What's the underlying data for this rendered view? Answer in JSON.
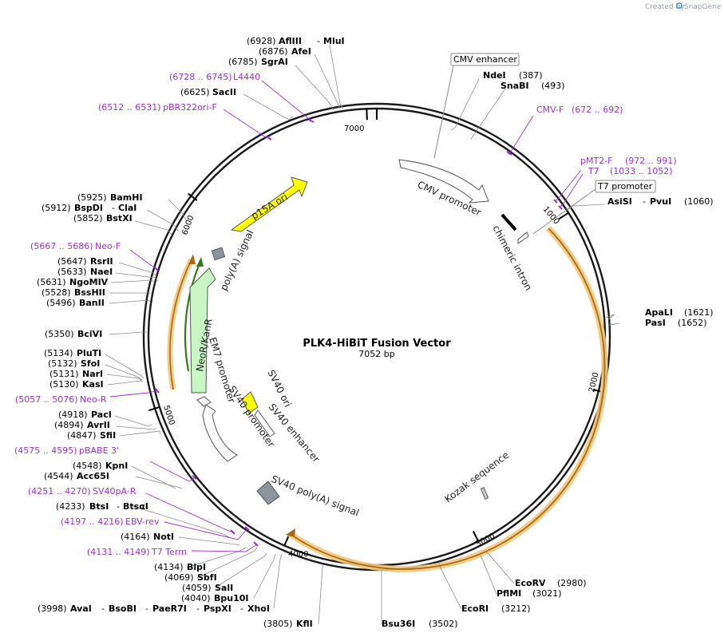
{
  "header": {
    "created_by": "Created by",
    "brand": "SnapGene"
  },
  "map": {
    "title": "PLK4-HiBiT Fusion Vector",
    "length_label": "7052 bp",
    "total_bp": 7052,
    "tick_labels": [
      "1000",
      "2000",
      "3000",
      "4000",
      "5000",
      "6000",
      "7000"
    ]
  },
  "features": {
    "p15a_ori": "p15A ori",
    "polya_signal": "poly(A) signal",
    "neor_kanr": "NeoR/KanR",
    "em7_promoter": "EM7 promoter",
    "sv40_promoter": "SV40 promoter",
    "sv40_ori": "SV40 ori",
    "sv40_enhancer": "SV40 enhancer",
    "sv40_polya": "SV40 poly(A) signal",
    "cmv_promoter": "CMV promoter",
    "chimeric_intron": "chimeric intron",
    "kozak": "Kozak sequence",
    "cmv_enhancer": "CMV enhancer",
    "t7_promoter": "T7 promoter"
  },
  "sites": {
    "aflIII": "(6928)",
    "aflIII_name": "AflIII",
    "mluI_name": "MluI",
    "afeI": "(6876)",
    "afeI_name": "AfeI",
    "sgrAI": "(6785)",
    "sgrAI_name": "SgrAI",
    "l4440": "(6728 .. 6745)",
    "l4440_name": "L4440",
    "sacII": "(6625)",
    "sacII_name": "SacII",
    "pbr322": "(6512 .. 6531)",
    "pbr322_name": "pBR322ori-F",
    "ndeI_name": "NdeI",
    "ndeI": "(387)",
    "snaBI_name": "SnaBI",
    "snaBI": "(493)",
    "cmvf_name": "CMV-F",
    "cmvf": "(672 .. 692)",
    "pmt2f_name": "pMT2-F",
    "pmt2f": "(972 .. 991)",
    "t7_name": "T7",
    "t7": "(1033 .. 1052)",
    "asiSI_name": "AsiSI",
    "pvuI_name": "PvuI",
    "pvuI": "(1060)",
    "bamHI": "(5925)",
    "bamHI_name": "BamHI",
    "bspDI": "(5912)",
    "bspDI_name": "BspDI",
    "claI_name": "ClaI",
    "bstXI": "(5852)",
    "bstXI_name": "BstXI",
    "neof": "(5667 .. 5686)",
    "neof_name": "Neo-F",
    "rsrII": "(5647)",
    "rsrII_name": "RsrII",
    "naeI": "(5633)",
    "naeI_name": "NaeI",
    "ngoMIV": "(5631)",
    "ngoMIV_name": "NgoMIV",
    "bssHII": "(5528)",
    "bssHII_name": "BssHII",
    "banII": "(5496)",
    "banII_name": "BanII",
    "apaLI_name": "ApaLI",
    "apaLI": "(1621)",
    "pasI_name": "PasI",
    "pasI": "(1652)",
    "bciVI": "(5350)",
    "bciVI_name": "BciVI",
    "pluTI": "(5134)",
    "pluTI_name": "PluTI",
    "sfoI": "(5132)",
    "sfoI_name": "SfoI",
    "narI": "(5131)",
    "narI_name": "NarI",
    "kasI": "(5130)",
    "kasI_name": "KasI",
    "neor": "(5057 .. 5076)",
    "neor_name": "Neo-R",
    "pacI": "(4918)",
    "pacI_name": "PacI",
    "avrII": "(4894)",
    "avrII_name": "AvrII",
    "sfiI": "(4847)",
    "sfiI_name": "SfiI",
    "pbabe": "(4575 .. 4595)",
    "pbabe_name": "pBABE 3'",
    "kpnI": "(4548)",
    "kpnI_name": "KpnI",
    "acc65I": "(4544)",
    "acc65I_name": "Acc65I",
    "sv40par": "(4251 .. 4270)",
    "sv40par_name": "SV40pA-R",
    "btsI": "(4233)",
    "btsI_name": "BtsI",
    "btsalpha_name": "BtsαI",
    "ebv": "(4197 .. 4216)",
    "ebv_name": "EBV-rev",
    "notI": "(4164)",
    "notI_name": "NotI",
    "t7term": "(4131 .. 4149)",
    "t7term_name": "T7 Term",
    "blpI": "(4134)",
    "blpI_name": "BlpI",
    "sbfI": "(4069)",
    "sbfI_name": "SbfI",
    "salI": "(4059)",
    "salI_name": "SalI",
    "bpu10I": "(4040)",
    "bpu10I_name": "Bpu10I",
    "avaI": "(3998)",
    "avaI_name": "AvaI",
    "bsoBI_name": "BsoBI",
    "paeR7I_name": "PaeR7I",
    "pspXI_name": "PspXI",
    "xhoI_name": "XhoI",
    "kflI": "(3805)",
    "kflI_name": "KflI",
    "bsu36I_name": "Bsu36I",
    "bsu36I": "(3502)",
    "ecoRI_name": "EcoRI",
    "ecoRI": "(3212)",
    "pflMI_name": "PflMI",
    "pflMI": "(3021)",
    "ecoRV_name": "EcoRV",
    "ecoRV": "(2980)"
  },
  "colors": {
    "backbone": "#1a1a1a",
    "primer": "#9b2fd3",
    "orf_glow": "#f2c879",
    "orf_line": "#a86a1a",
    "ori": "#ffff00",
    "kanr": "#c8f7c5",
    "polya": "#8c959e"
  }
}
